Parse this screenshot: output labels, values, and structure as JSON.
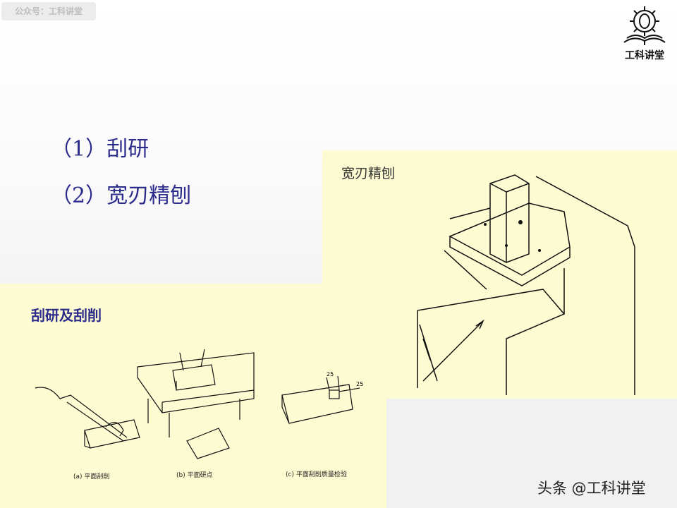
{
  "watermark": "公众号：工科讲堂",
  "logo": {
    "text": "工科讲堂",
    "icon": "gear-book-icon"
  },
  "items": [
    "（1）刮研",
    "（2）宽刃精刨"
  ],
  "right_panel": {
    "title": "宽刃精刨"
  },
  "left_panel": {
    "title": "刮研及刮削",
    "captions": [
      "(a) 平面刮削",
      "(b) 平面研点",
      "(c) 平面刮削质量检验"
    ],
    "dimensions": [
      "25",
      "25"
    ]
  },
  "footer": "头条 @工科讲堂",
  "colors": {
    "title_blue": "#2b2b8c",
    "panel_yellow": "#fdfbd1"
  }
}
